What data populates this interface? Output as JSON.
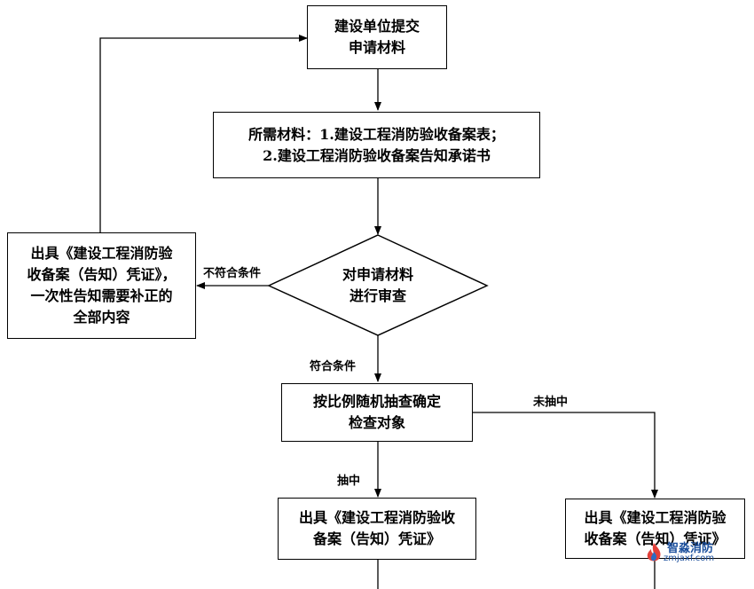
{
  "nodes": {
    "submit": {
      "lines": [
        "建设单位提交",
        "申请材料"
      ]
    },
    "materials": {
      "lines": [
        "所需材料：1.建设工程消防验收备案表；",
        "2.建设工程消防验收备案告知承诺书"
      ]
    },
    "review": {
      "lines": [
        "对申请材料",
        "进行审查"
      ]
    },
    "reject": {
      "lines": [
        "出具《建设工程消防验",
        "收备案（告知）凭证》，",
        "一次性告知需要补正的",
        "全部内容"
      ]
    },
    "sampling": {
      "lines": [
        "按比例随机抽查确定",
        "检查对象"
      ]
    },
    "issue_selected": {
      "lines": [
        "出具《建设工程消防验收",
        "备案（告知）凭证》"
      ]
    },
    "issue_unselected": {
      "lines": [
        "出具《建设工程消防验",
        "收备案（告知）凭证》"
      ]
    }
  },
  "edge_labels": {
    "not_qualified": "不符合条件",
    "qualified": "符合条件",
    "not_selected": "未抽中",
    "selected": "抽中"
  },
  "watermark": {
    "brand": "智淼消防",
    "url": "zmjaxf.com"
  }
}
